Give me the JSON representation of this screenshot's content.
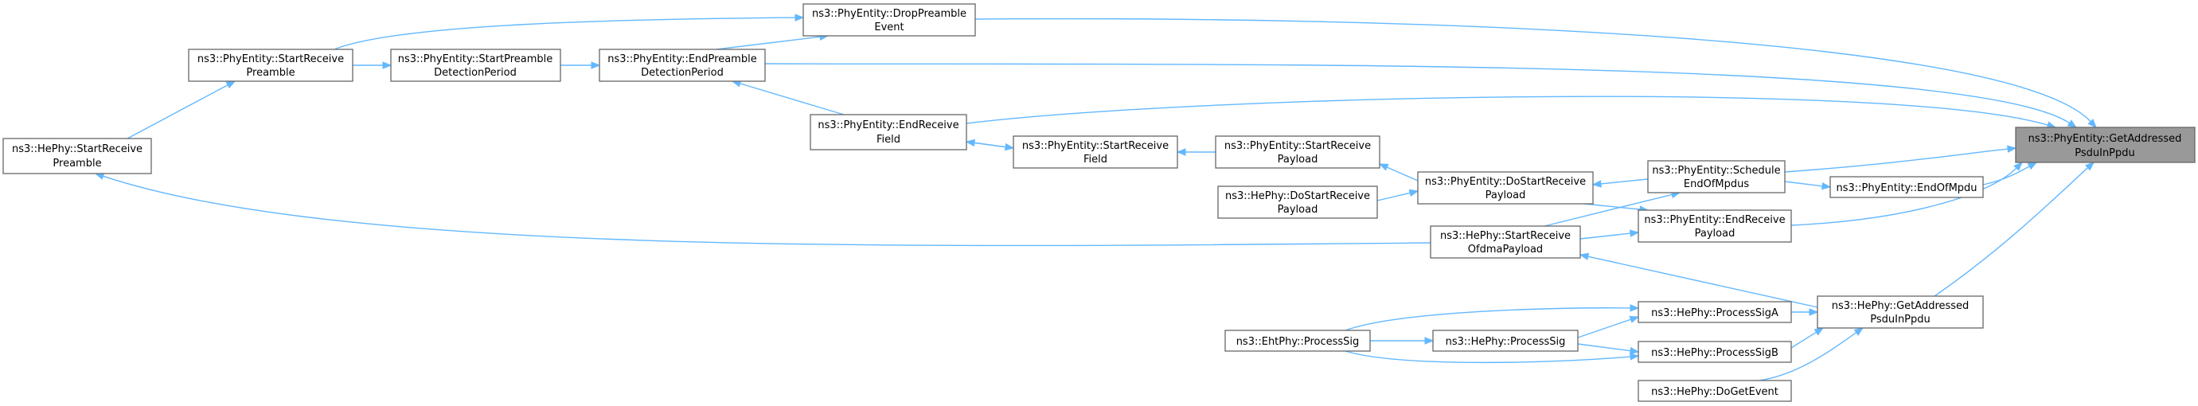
{
  "diagram": {
    "title": "",
    "nodes": [
      {
        "id": "n0",
        "line1": "ns3::PhyEntity::GetAddressed",
        "line2": "PsduInPpdu",
        "highlight": true
      },
      {
        "id": "n1",
        "line1": "ns3::PhyEntity::DropPreamble",
        "line2": "Event"
      },
      {
        "id": "n2",
        "line1": "ns3::PhyEntity::StartReceive",
        "line2": "Preamble"
      },
      {
        "id": "n3",
        "line1": "ns3::PhyEntity::StartPreamble",
        "line2": "DetectionPeriod"
      },
      {
        "id": "n4",
        "line1": "ns3::PhyEntity::EndPreamble",
        "line2": "DetectionPeriod"
      },
      {
        "id": "n5",
        "line1": "ns3::HePhy::StartReceive",
        "line2": "Preamble"
      },
      {
        "id": "n6",
        "line1": "ns3::PhyEntity::EndReceive",
        "line2": "Field"
      },
      {
        "id": "n7",
        "line1": "ns3::PhyEntity::StartReceive",
        "line2": "Field"
      },
      {
        "id": "n8",
        "line1": "ns3::PhyEntity::StartReceive",
        "line2": "Payload"
      },
      {
        "id": "n9",
        "line1": "ns3::PhyEntity::DoStartReceive",
        "line2": "Payload"
      },
      {
        "id": "n10",
        "line1": "ns3::HePhy::DoStartReceive",
        "line2": "Payload"
      },
      {
        "id": "n11",
        "line1": "ns3::PhyEntity::Schedule",
        "line2": "EndOfMpdus"
      },
      {
        "id": "n12",
        "line1": "ns3::PhyEntity::EndOfMpdu",
        "line2": ""
      },
      {
        "id": "n13",
        "line1": "ns3::PhyEntity::EndReceive",
        "line2": "Payload"
      },
      {
        "id": "n14",
        "line1": "ns3::HePhy::StartReceive",
        "line2": "OfdmaPayload"
      },
      {
        "id": "n15",
        "line1": "ns3::HePhy::GetAddressed",
        "line2": "PsduInPpdu"
      },
      {
        "id": "n16",
        "line1": "ns3::HePhy::ProcessSigA",
        "line2": ""
      },
      {
        "id": "n17",
        "line1": "ns3::HePhy::ProcessSigB",
        "line2": ""
      },
      {
        "id": "n18",
        "line1": "ns3::HePhy::ProcessSig",
        "line2": ""
      },
      {
        "id": "n19",
        "line1": "ns3::EhtPhy::ProcessSig",
        "line2": ""
      },
      {
        "id": "n20",
        "line1": "ns3::HePhy::DoGetEvent",
        "line2": ""
      }
    ],
    "edges": [
      {
        "from": "n1",
        "to": "n0"
      },
      {
        "from": "n4",
        "to": "n0"
      },
      {
        "from": "n6",
        "to": "n0"
      },
      {
        "from": "n11",
        "to": "n0"
      },
      {
        "from": "n12",
        "to": "n0"
      },
      {
        "from": "n13",
        "to": "n0"
      },
      {
        "from": "n15",
        "to": "n0"
      },
      {
        "from": "n2",
        "to": "n1"
      },
      {
        "from": "n4",
        "to": "n1"
      },
      {
        "from": "n5",
        "to": "n2"
      },
      {
        "from": "n2",
        "to": "n3"
      },
      {
        "from": "n3",
        "to": "n4"
      },
      {
        "from": "n6",
        "to": "n4"
      },
      {
        "from": "n7",
        "to": "n6"
      },
      {
        "from": "n6",
        "to": "n7"
      },
      {
        "from": "n8",
        "to": "n7"
      },
      {
        "from": "n9",
        "to": "n8"
      },
      {
        "from": "n10",
        "to": "n9"
      },
      {
        "from": "n11",
        "to": "n9"
      },
      {
        "from": "n14",
        "to": "n11"
      },
      {
        "from": "n11",
        "to": "n12"
      },
      {
        "from": "n9",
        "to": "n13"
      },
      {
        "from": "n14",
        "to": "n13"
      },
      {
        "from": "n14",
        "to": "n5"
      },
      {
        "from": "n15",
        "to": "n14"
      },
      {
        "from": "n16",
        "to": "n15"
      },
      {
        "from": "n17",
        "to": "n15"
      },
      {
        "from": "n20",
        "to": "n15"
      },
      {
        "from": "n18",
        "to": "n16"
      },
      {
        "from": "n19",
        "to": "n16"
      },
      {
        "from": "n18",
        "to": "n17"
      },
      {
        "from": "n19",
        "to": "n17"
      },
      {
        "from": "n19",
        "to": "n18"
      }
    ]
  }
}
